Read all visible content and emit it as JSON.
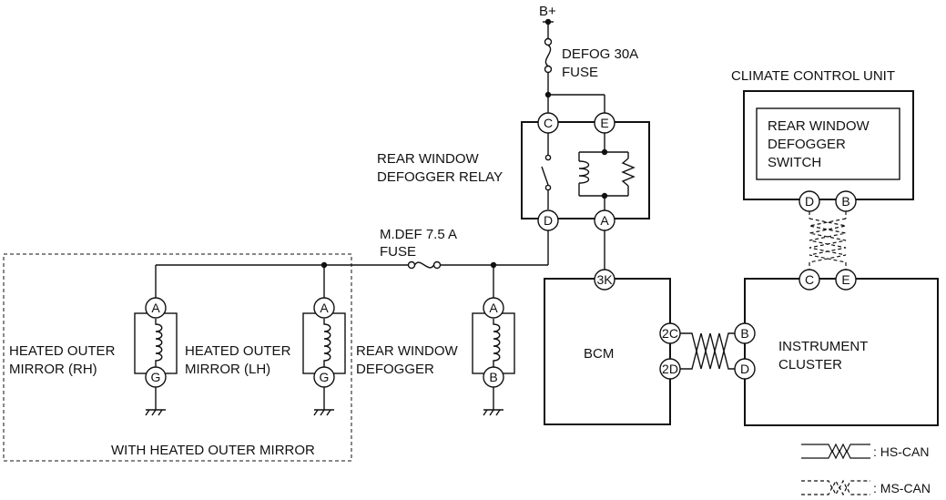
{
  "supply": {
    "label": "B+"
  },
  "fuses": {
    "defog": [
      "DEFOG 30A",
      "FUSE"
    ],
    "mdef": [
      "M.DEF 7.5 A",
      "FUSE"
    ]
  },
  "relay": {
    "name": [
      "REAR WINDOW",
      "DEFOGGER RELAY"
    ],
    "pins": {
      "c": "C",
      "e": "E",
      "d": "D",
      "a": "A"
    }
  },
  "climate": {
    "title": "CLIMATE CONTROL UNIT",
    "switch": [
      "REAR WINDOW",
      "DEFOGGER",
      "SWITCH"
    ],
    "pins": {
      "d": "D",
      "b": "B"
    }
  },
  "bcm": {
    "name": "BCM",
    "pins": {
      "k3": "3K",
      "c2": "2C",
      "d2": "2D"
    }
  },
  "cluster": {
    "name": [
      "INSTRUMENT",
      "CLUSTER"
    ],
    "pins": {
      "c": "C",
      "e": "E",
      "b": "B",
      "d": "D"
    }
  },
  "loads": {
    "mirror_rh": {
      "name": [
        "HEATED OUTER",
        "MIRROR (RH)"
      ],
      "pins": {
        "top": "A",
        "bottom": "G"
      }
    },
    "mirror_lh": {
      "name": [
        "HEATED OUTER",
        "MIRROR (LH)"
      ],
      "pins": {
        "top": "A",
        "bottom": "G"
      }
    },
    "defogger": {
      "name": [
        "REAR WINDOW",
        "DEFOGGER"
      ],
      "pins": {
        "top": "A",
        "bottom": "B"
      }
    }
  },
  "option_box": {
    "label": "WITH HEATED OUTER MIRROR"
  },
  "legend": {
    "hs_can": ": HS-CAN",
    "ms_can": ": MS-CAN"
  }
}
